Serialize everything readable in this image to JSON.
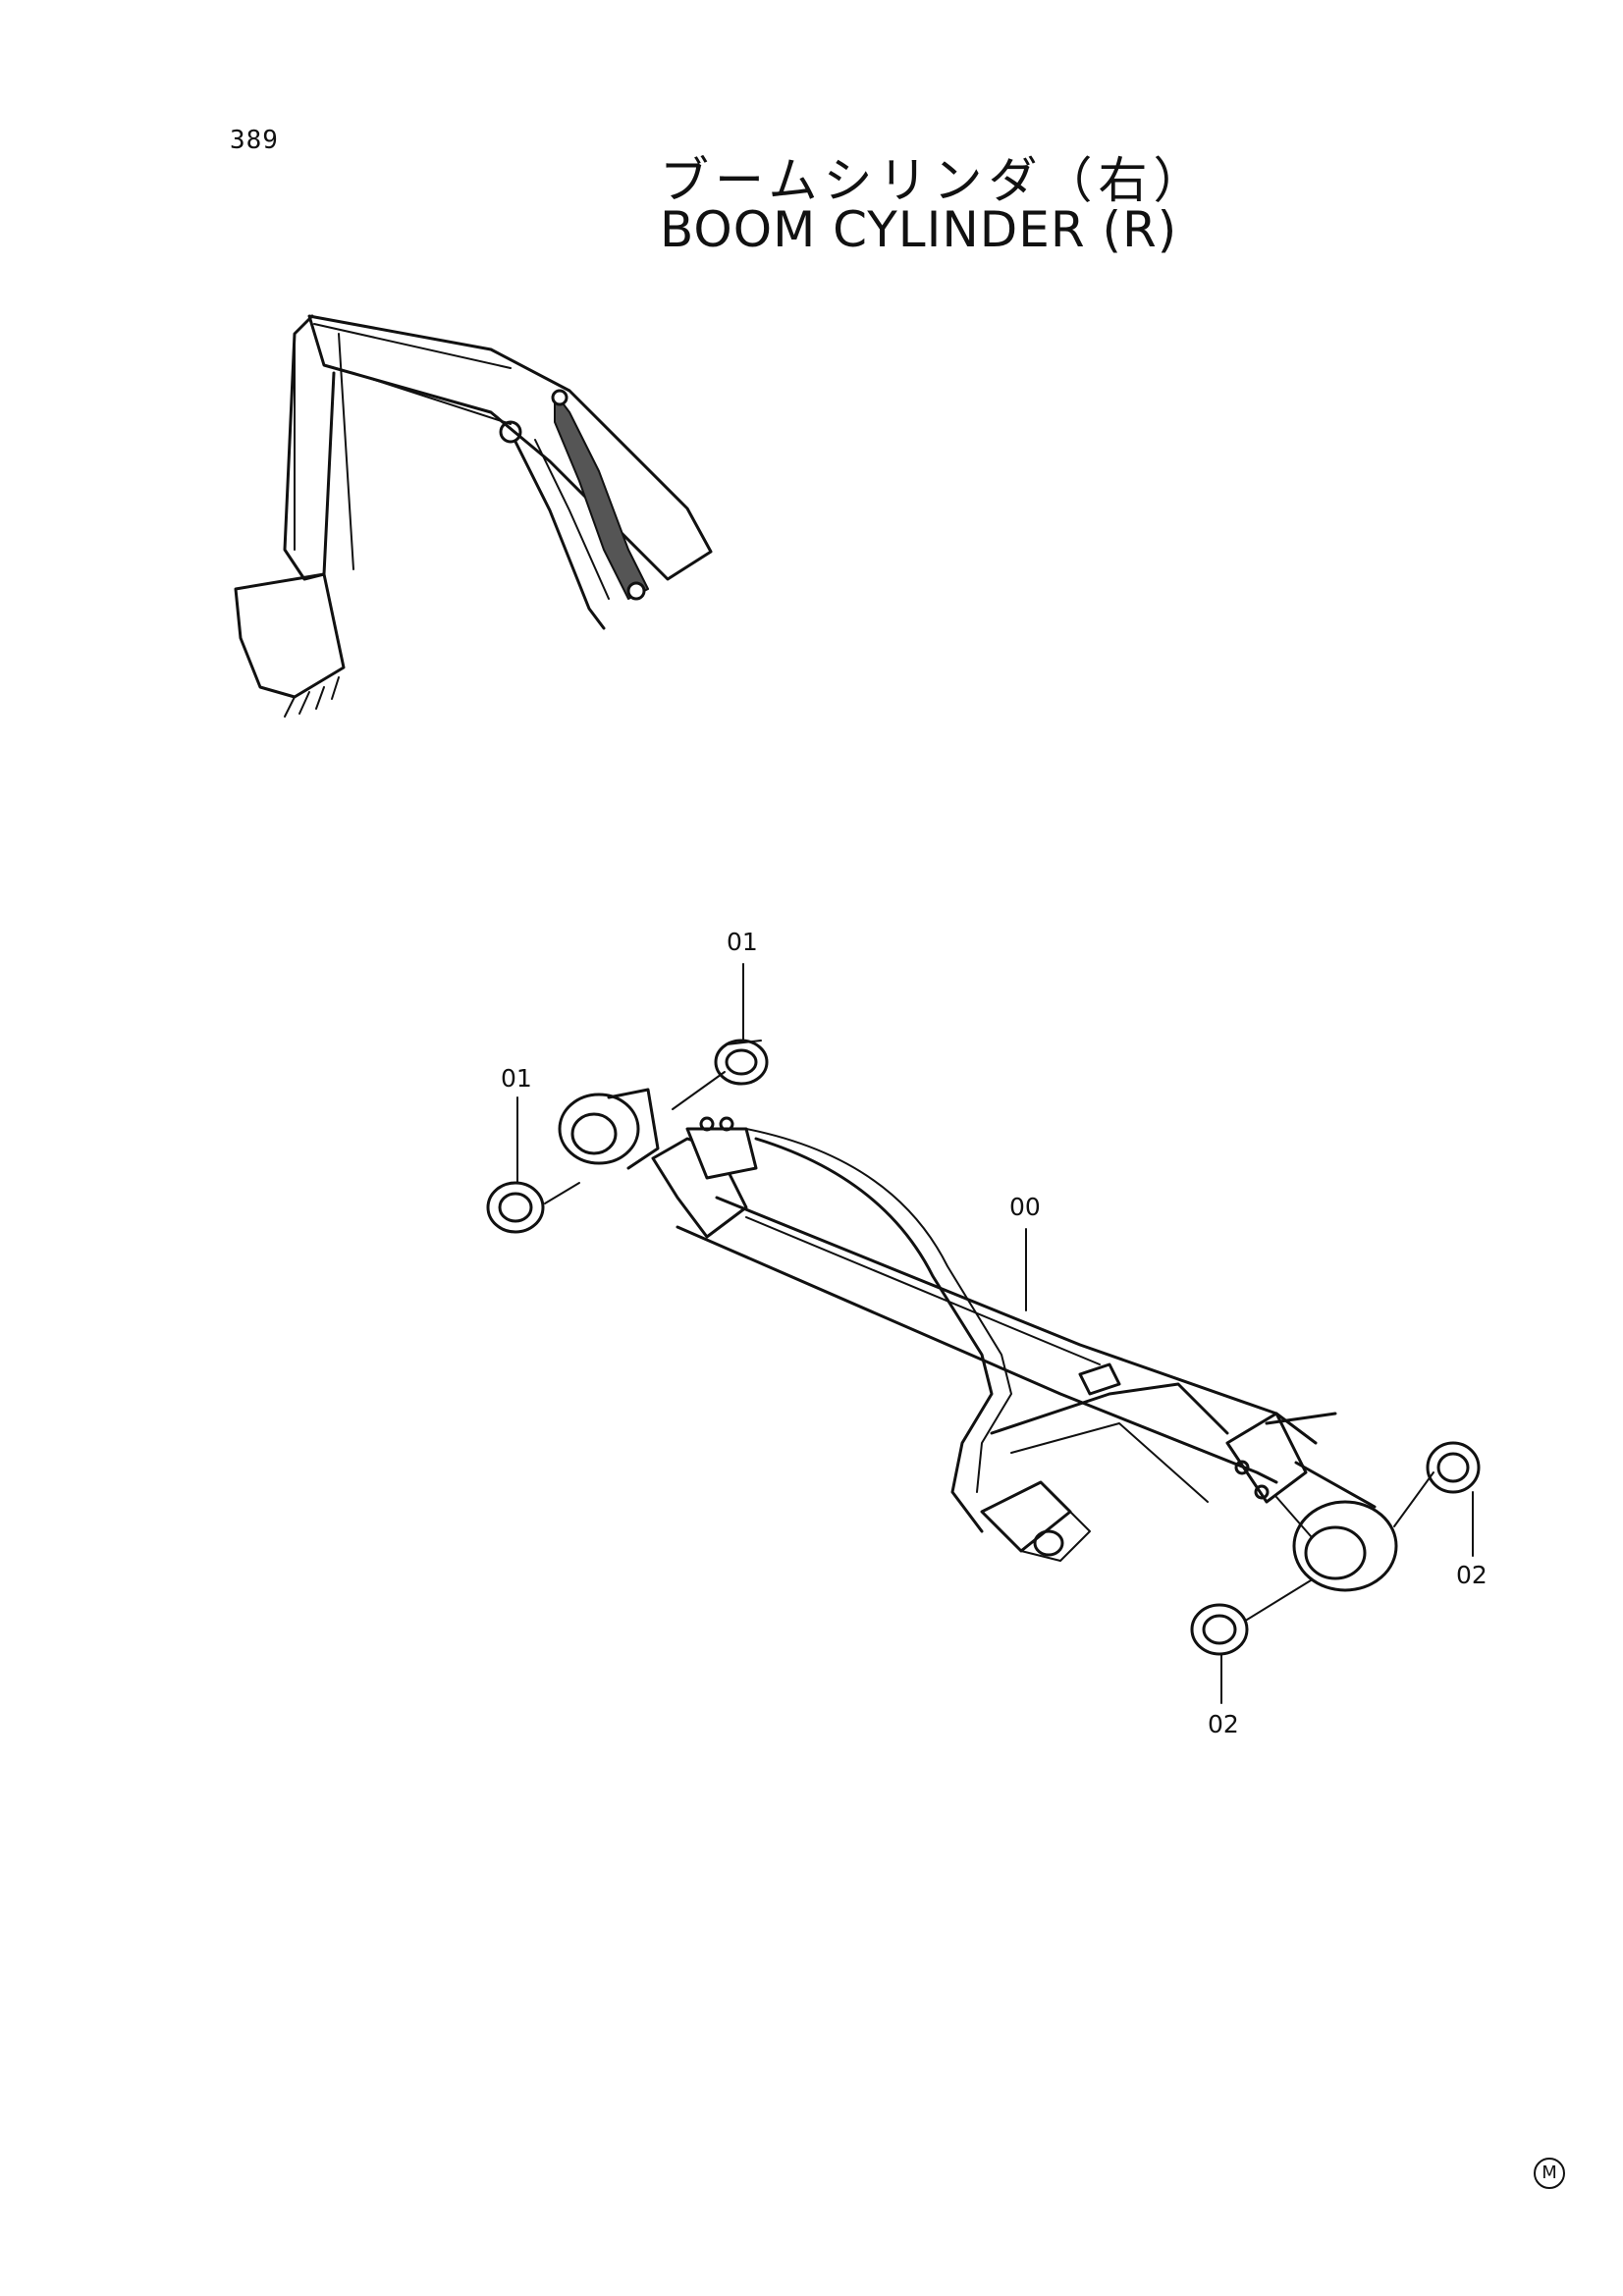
{
  "page": {
    "number": "389"
  },
  "title": {
    "japanese": "ブームシリンダ（右）",
    "english": "BOOM CYLINDER (R)"
  },
  "callouts": [
    {
      "id": "c1",
      "text": "01"
    },
    {
      "id": "c2",
      "text": "01"
    },
    {
      "id": "c3",
      "text": "00"
    },
    {
      "id": "c4",
      "text": "02"
    },
    {
      "id": "c5",
      "text": "02"
    }
  ],
  "mark": {
    "text": "M"
  }
}
